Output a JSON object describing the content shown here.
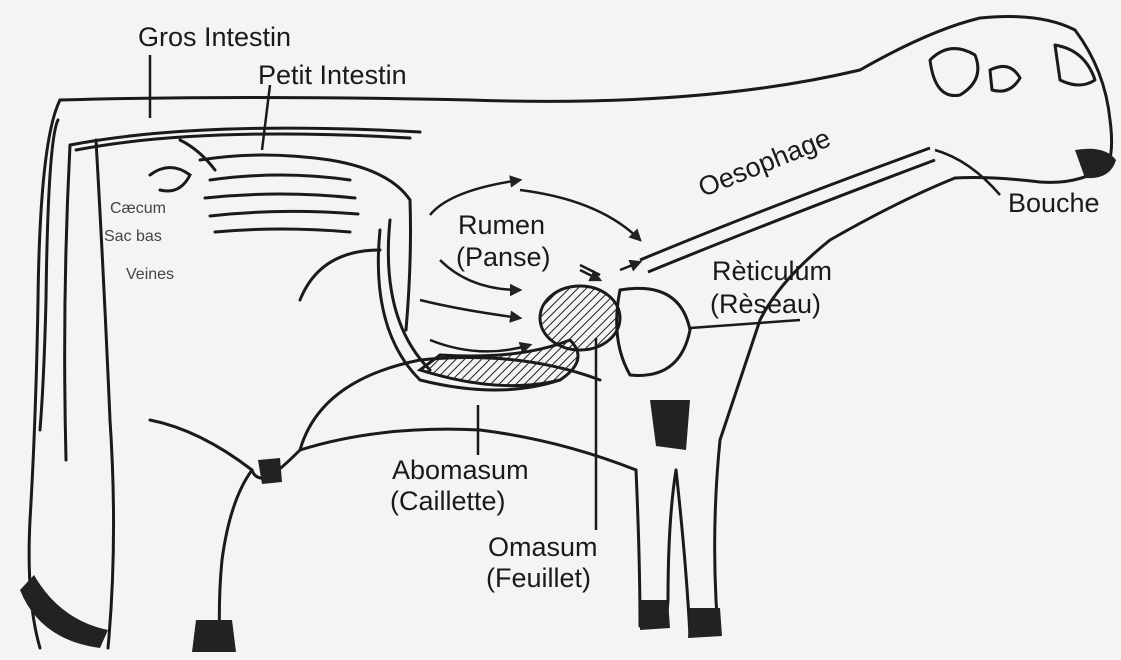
{
  "labels": {
    "gros_intestin": "Gros Intestin",
    "petit_intestin": "Petit Intestin",
    "oesophage": "Oesophage",
    "bouche": "Bouche",
    "rumen": "Rumen",
    "panse": "(Panse)",
    "reticulum": "Rèticulum",
    "reseau": "(Rèseau)",
    "abomasum": "Abomasum",
    "caillette": "(Caillette)",
    "omasum": "Omasum",
    "feuillet": "(Feuillet)",
    "caecum_1": "Cæcum",
    "caecum_2": "Sac bas",
    "caecum_3": "Veines"
  },
  "colors": {
    "background": "#f4f4f4",
    "line": "#1a1a1a",
    "dark_fill": "#222222"
  }
}
